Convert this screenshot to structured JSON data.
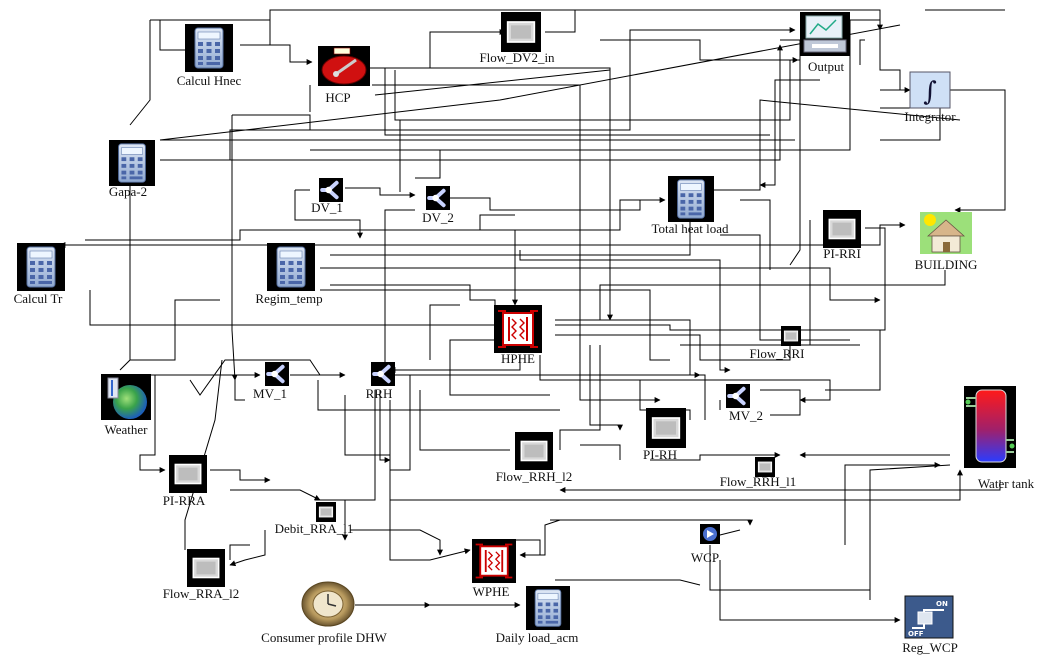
{
  "components": [
    {
      "id": "calcul_hnec",
      "label": "Calcul Hnec",
      "icon": "calculator-icon"
    },
    {
      "id": "hcp",
      "label": "HCP",
      "icon": "heat-pump-icon"
    },
    {
      "id": "flow_dv2_in",
      "label": "Flow_DV2_in",
      "icon": "flow-meter-icon"
    },
    {
      "id": "output",
      "label": "Output",
      "icon": "printer-output-icon"
    },
    {
      "id": "integrator",
      "label": "Integrator",
      "icon": "integral-icon"
    },
    {
      "id": "gapa2",
      "label": "Gapa-2",
      "icon": "calculator-icon"
    },
    {
      "id": "dv1",
      "label": "DV_1",
      "icon": "diverter-valve-icon"
    },
    {
      "id": "dv2",
      "label": "DV_2",
      "icon": "diverter-valve-icon"
    },
    {
      "id": "total_heat_load",
      "label": "Total heat load",
      "icon": "calculator-icon"
    },
    {
      "id": "pi_rri",
      "label": "PI-RRI",
      "icon": "controller-icon"
    },
    {
      "id": "building",
      "label": "BUILDING",
      "icon": "building-icon"
    },
    {
      "id": "calcul_tr",
      "label": "Calcul Tr",
      "icon": "calculator-icon"
    },
    {
      "id": "regim_temp",
      "label": "Regim_temp",
      "icon": "calculator-icon"
    },
    {
      "id": "hphe",
      "label": "HPHE",
      "icon": "heat-exchanger-icon"
    },
    {
      "id": "flow_rri",
      "label": "Flow_RRI",
      "icon": "flow-meter-icon"
    },
    {
      "id": "weather",
      "label": "Weather",
      "icon": "weather-globe-icon"
    },
    {
      "id": "mv1",
      "label": "MV_1",
      "icon": "mixing-valve-icon"
    },
    {
      "id": "rrh",
      "label": "RRH",
      "icon": "mixing-valve-icon"
    },
    {
      "id": "mv2",
      "label": "MV_2",
      "icon": "mixing-valve-icon"
    },
    {
      "id": "pi_rh",
      "label": "PI-RH",
      "icon": "controller-icon"
    },
    {
      "id": "water_tank",
      "label": "Water tank",
      "icon": "water-tank-icon"
    },
    {
      "id": "flow_rrh_l2",
      "label": "Flow_RRH_l2",
      "icon": "flow-meter-icon"
    },
    {
      "id": "flow_rrh_l1",
      "label": "Flow_RRH_l1",
      "icon": "flow-meter-icon"
    },
    {
      "id": "pi_rra",
      "label": "PI-RRA",
      "icon": "controller-icon"
    },
    {
      "id": "debit_rra_l1",
      "label": "Debit_RRA_l1",
      "icon": "flow-meter-icon"
    },
    {
      "id": "wcp",
      "label": "WCP",
      "icon": "pump-icon"
    },
    {
      "id": "wphe",
      "label": "WPHE",
      "icon": "heat-exchanger-icon"
    },
    {
      "id": "flow_rra_l2",
      "label": "Flow_RRA_l2",
      "icon": "flow-meter-icon"
    },
    {
      "id": "consumer_profile_dhw",
      "label": "Consumer profile DHW",
      "icon": "clock-profile-icon"
    },
    {
      "id": "daily_load_acm",
      "label": "Daily load_acm",
      "icon": "calculator-icon"
    },
    {
      "id": "reg_wcp",
      "label": "Reg_WCP",
      "icon": "on-off-controller-icon"
    }
  ]
}
